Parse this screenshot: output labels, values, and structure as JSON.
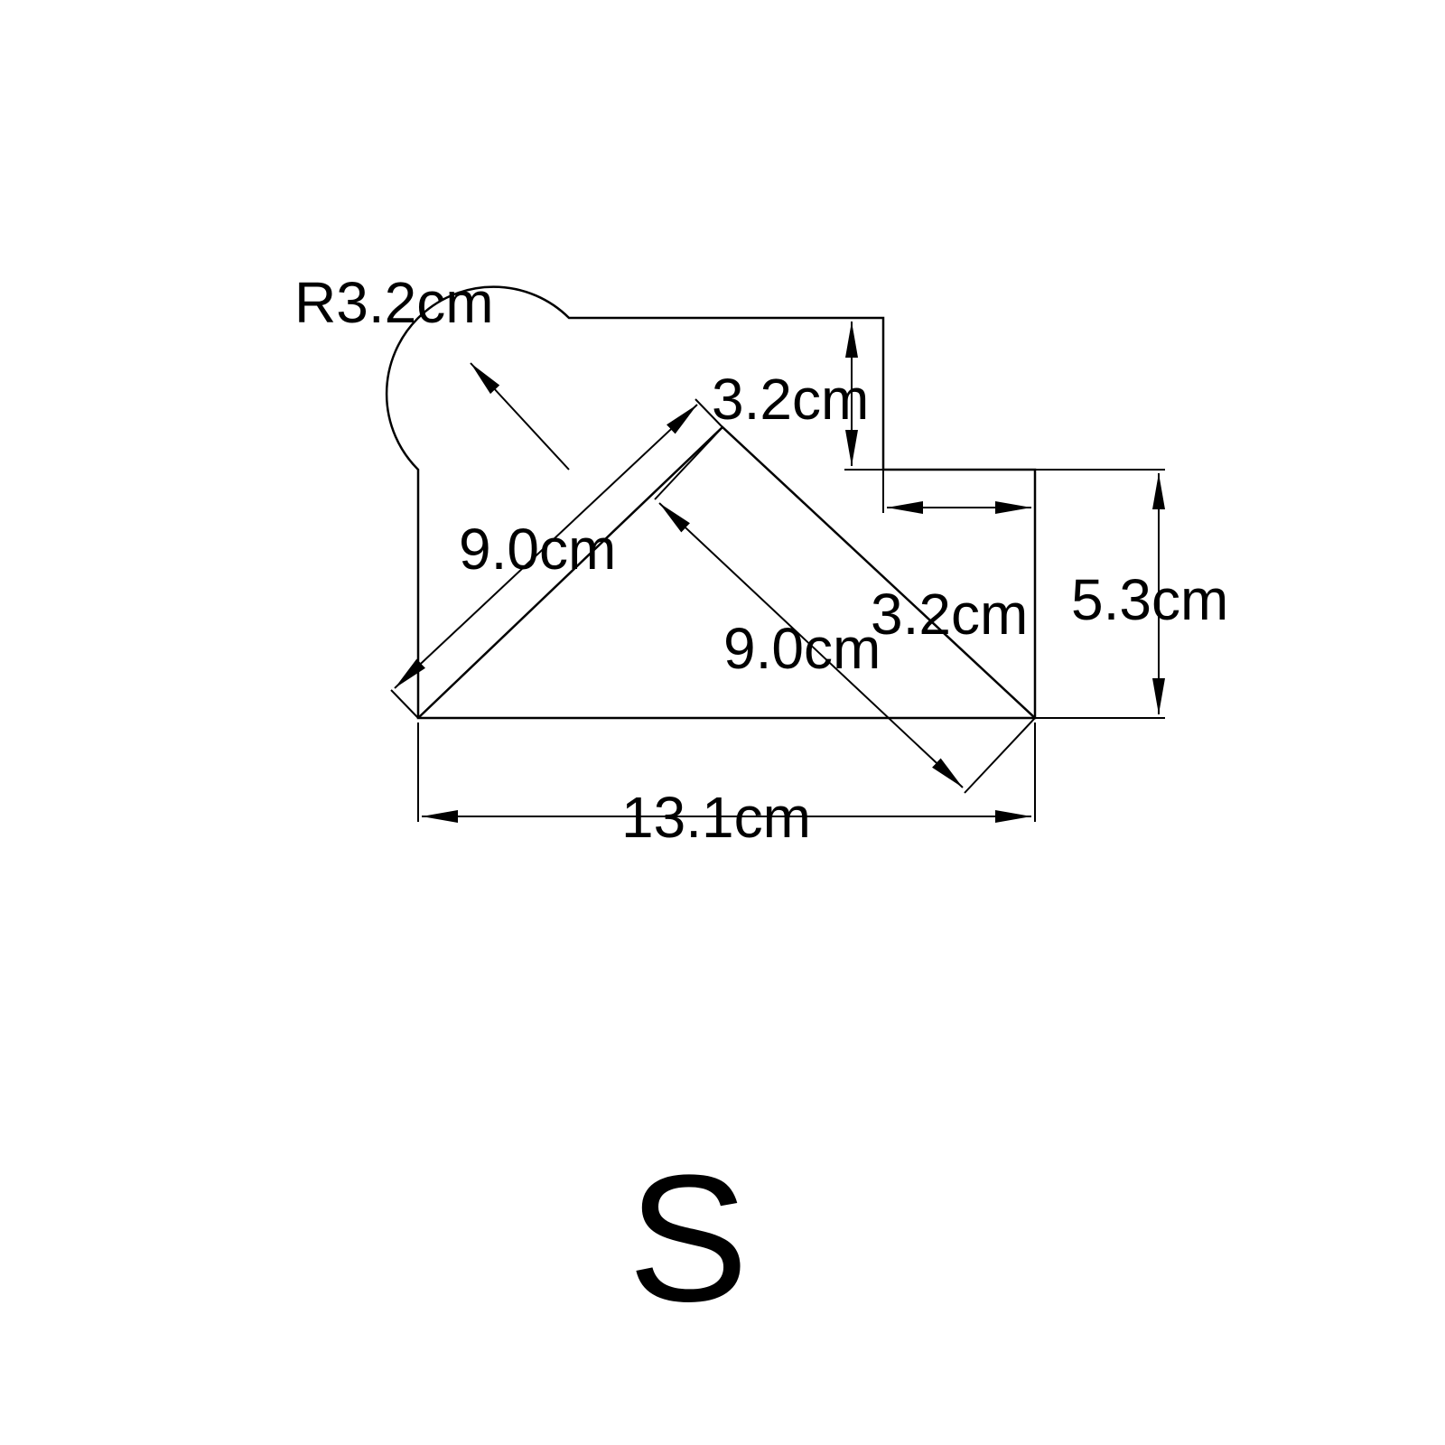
{
  "drawing": {
    "dimensions": {
      "radius": "R3.2cm",
      "notch_height": "3.2cm",
      "notch_width": "3.2cm",
      "height": "5.3cm",
      "width": "13.1cm",
      "leg_left": "9.0cm",
      "leg_right": "9.0cm"
    },
    "size_label": "S",
    "stroke_color": "#000000",
    "background_color": "#ffffff"
  }
}
